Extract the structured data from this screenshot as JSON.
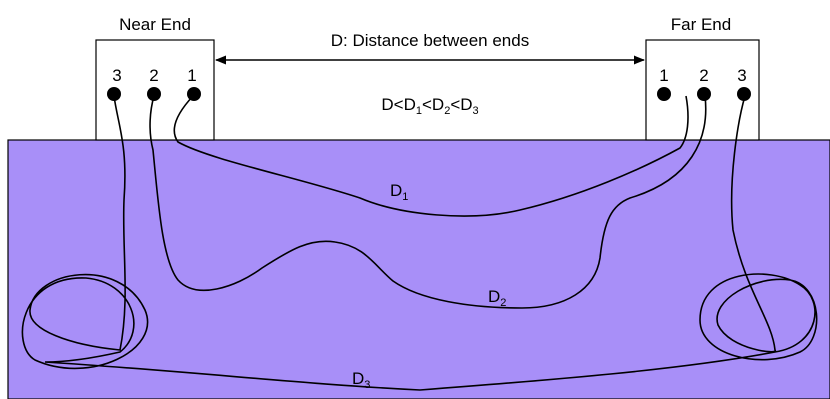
{
  "near_end": {
    "title": "Near End",
    "pins": [
      "3",
      "2",
      "1"
    ]
  },
  "far_end": {
    "title": "Far End",
    "pins": [
      "1",
      "2",
      "3"
    ]
  },
  "distance_label": "D: Distance between ends",
  "relation": {
    "d": "D",
    "lt": "<",
    "D": "D",
    "sub1": "1",
    "sub2": "2",
    "sub3": "3"
  },
  "cables": [
    {
      "letter": "D",
      "sub": "1"
    },
    {
      "letter": "D",
      "sub": "2"
    },
    {
      "letter": "D",
      "sub": "3"
    }
  ],
  "colors": {
    "ground": "#a88ff8",
    "ground_border": "#000000",
    "box": "#ffffff",
    "wire": "#000000"
  }
}
